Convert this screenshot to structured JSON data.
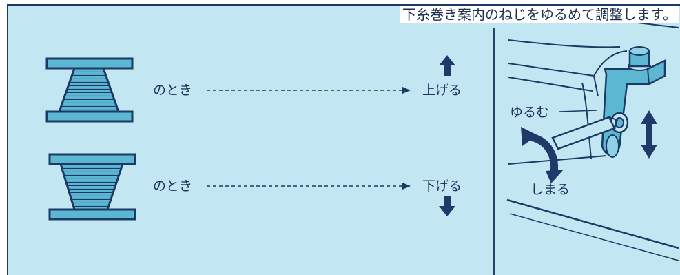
{
  "title": "下糸巻き案内のねじをゆるめて調整します。",
  "rows": [
    {
      "condition": "のとき",
      "action": "上げる",
      "direction": "up"
    },
    {
      "condition": "のとき",
      "action": "下げる",
      "direction": "down"
    }
  ],
  "detail": {
    "loosen_label": "ゆるむ",
    "tighten_label": "しまる"
  },
  "colors": {
    "background": "#c2e6f2",
    "outline": "#1c3a63",
    "fill": "#5cb7d3",
    "arrow": "#1f3a68"
  }
}
